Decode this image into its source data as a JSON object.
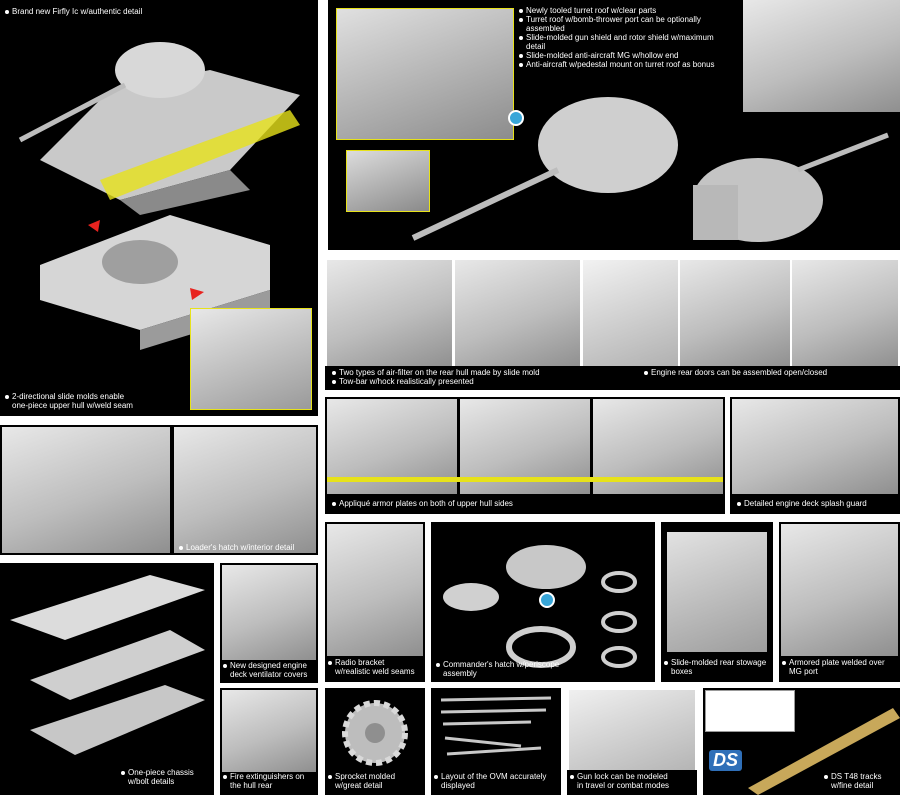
{
  "captions": {
    "p1_top": "Brand new Firfly Ic w/authentic detail",
    "p1_bottom_1": "2-directional slide molds enable",
    "p1_bottom_2": "one-piece upper hull w/weld seam",
    "p2_1": "Newly tooled turret roof w/clear parts",
    "p2_2": "Turret roof w/bomb-thrower port can be optionally",
    "p2_2b": "assembled",
    "p2_3": "Slide-molded gun shield and rotor shield w/maximum",
    "p2_3b": "detail",
    "p2_4": "Slide-molded anti-aircraft MG w/hollow end",
    "p2_5": "Anti-aircraft w/pedestal mount on turret roof as bonus",
    "p3_1": "Two types of air-filter on the rear hull made by slide mold",
    "p3_2": "Tow-bar w/hock realistically presented",
    "p3_3": "Engine rear doors can be assembled open/closed",
    "p4": "Appliqué armor plates on both of upper hull sides",
    "p5": "Detailed engine deck splash guard",
    "p6": "Loader's hatch w/interior detail",
    "p7_1": "New designed engine",
    "p7_2": "deck ventilator covers",
    "p8_1": "Radio bracket",
    "p8_2": "w/realistic weld seams",
    "p9_1": "Commander's hatch w/periscope",
    "p9_2": "assembly",
    "p10_1": "Slide-molded rear stowage",
    "p10_2": "boxes",
    "p11_1": "Armored plate welded over",
    "p11_2": "MG port",
    "p12_1": "One-piece chassis",
    "p12_2": "w/bolt details",
    "p13_1": "Fire extinguishers on",
    "p13_2": "the hull rear",
    "p14_1": "Sprocket molded",
    "p14_2": "w/great detail",
    "p15_1": "Layout of the OVM accurately",
    "p15_2": "displayed",
    "p16_1": "Gun lock can be modeled",
    "p16_2": "in travel or combat modes",
    "p17_1": "DS T48 tracks",
    "p17_2": "w/fine detail",
    "ds_logo": "DS"
  },
  "colors": {
    "panel": "#000000",
    "highlight": "#e7e21a",
    "arrow": "#e8231f",
    "badge": "#38a6d8"
  }
}
